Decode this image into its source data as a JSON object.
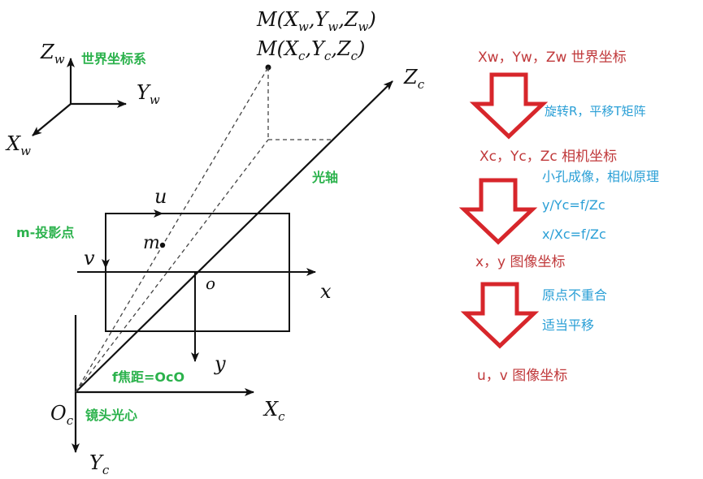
{
  "labels": {
    "zw": "Z",
    "zw_sub": "w",
    "yw": "Y",
    "yw_sub": "w",
    "xw": "X",
    "xw_sub": "w",
    "world_cs": "世界坐标系",
    "point_world": "M(X_w,Y_w,Z_w)",
    "point_cam": "M(X_c,Y_c,Z_c)",
    "zc": "Z",
    "zc_sub": "c",
    "optical_axis": "光轴",
    "u": "u",
    "v": "v",
    "m_proj": "m-投影点",
    "m": "m",
    "o": "o",
    "x": "x",
    "y": "y",
    "focal": "f焦距=OcO",
    "oc": "O",
    "oc_sub": "c",
    "lens_center": "镜头光心",
    "xc": "X",
    "xc_sub": "c",
    "yc": "Y",
    "yc_sub": "c"
  },
  "flow": {
    "step1": "Xw，Yw，Zw 世界坐标",
    "t1": "旋转R，平移T矩阵",
    "step2": "Xc，Yc，Zc 相机坐标",
    "t2_1": "小孔成像，相似原理",
    "t2_2": "y/Yc=f/Zc",
    "t2_3": "x/Xc=f/Zc",
    "step3": "x，y  图像坐标",
    "t3_1": "原点不重合",
    "t3_2": "适当平移",
    "step4": "u，v 图像坐标"
  },
  "colors": {
    "line": "#111111",
    "green": "#2bb24c",
    "red": "#c0393b",
    "blue": "#2a9fd6",
    "arrow_outline": "#d7262b"
  }
}
